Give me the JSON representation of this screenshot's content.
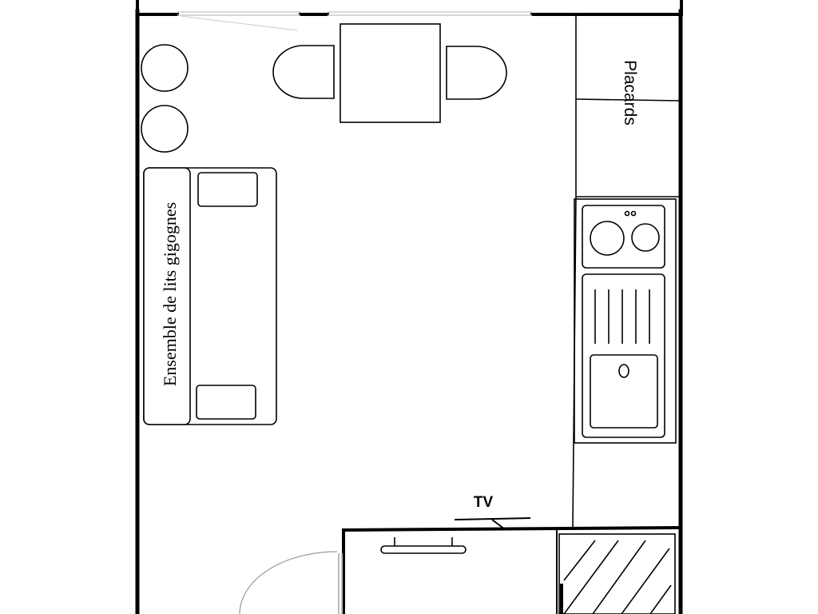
{
  "labels": {
    "bunk_beds": "Ensemble de lits gigognes",
    "closets": "Placards",
    "tv": "TV"
  },
  "colors": {
    "line": "#000000",
    "background": "#ffffff",
    "window_glass": "#cccccc",
    "door_frame": "#bbbbbb"
  }
}
